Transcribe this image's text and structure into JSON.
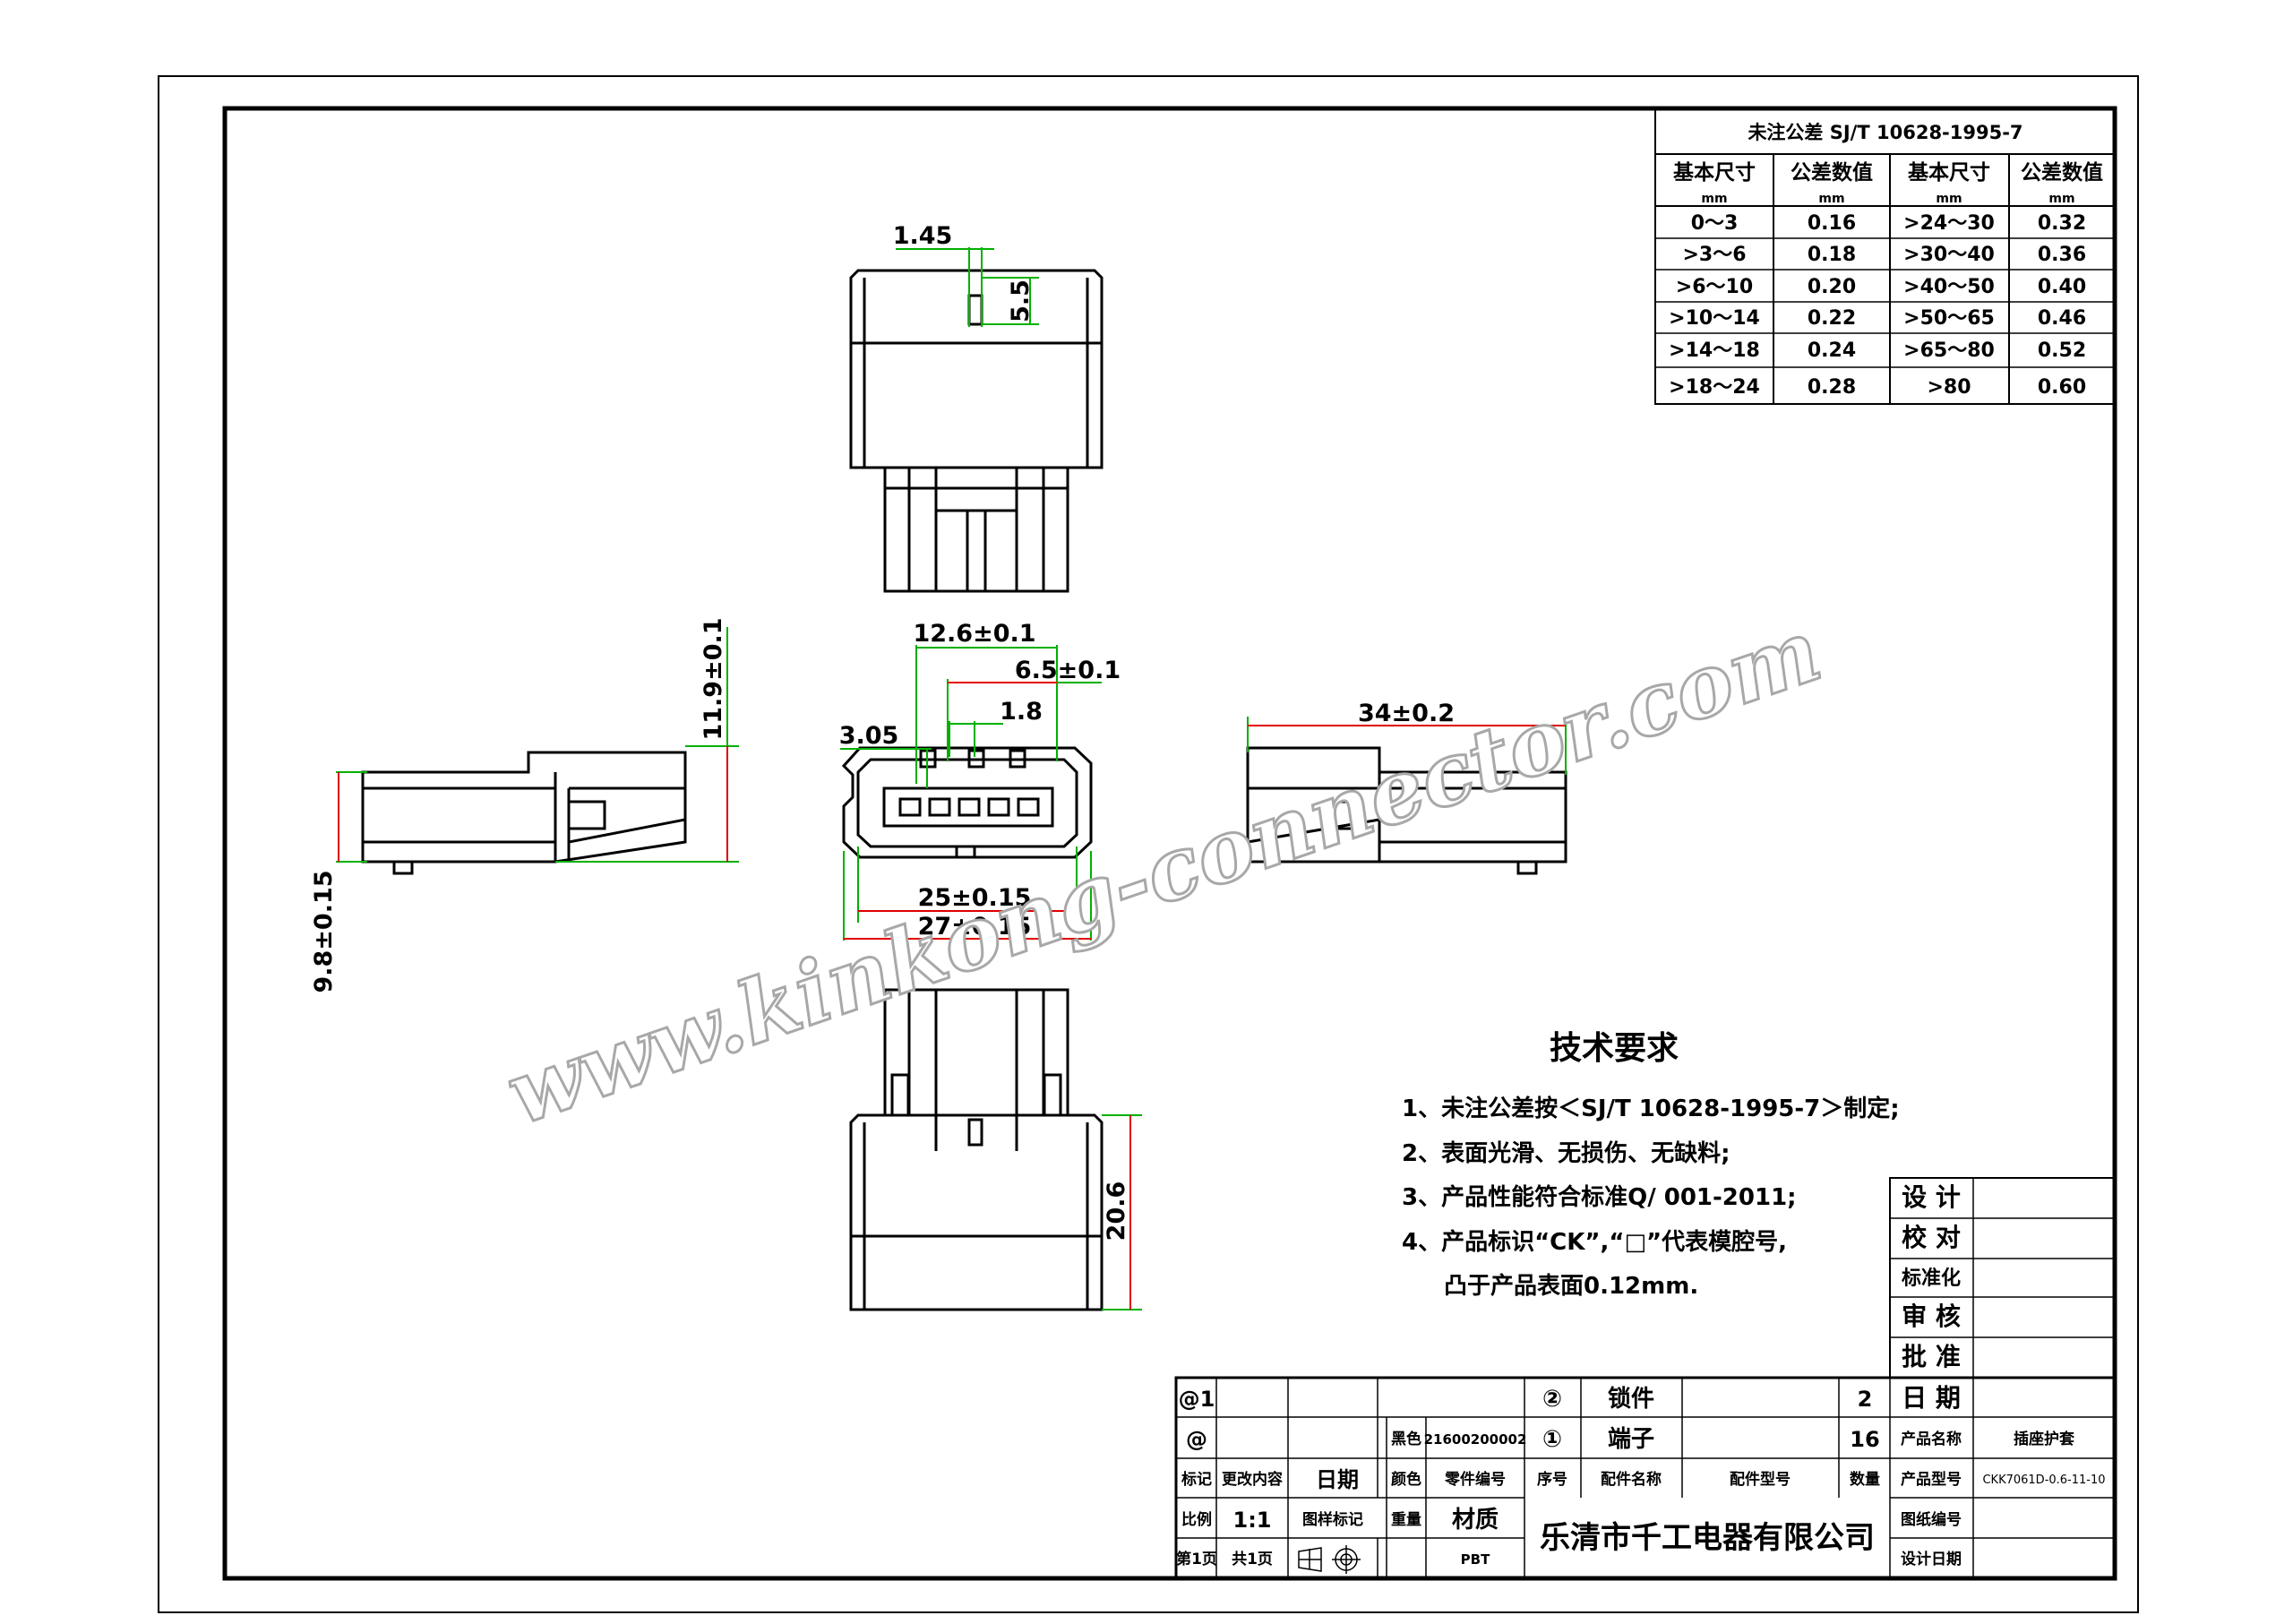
{
  "tolerance_table": {
    "title": "未注公差 SJ/T 10628-1995-7",
    "headers": [
      "基本尺寸",
      "公差数值",
      "基本尺寸",
      "公差数值"
    ],
    "units": [
      "mm",
      "mm",
      "mm",
      "mm"
    ],
    "rows": [
      [
        "0～3",
        "0.16",
        ">24～30",
        "0.32"
      ],
      [
        ">3～6",
        "0.18",
        ">30～40",
        "0.36"
      ],
      [
        ">6～10",
        "0.20",
        ">40～50",
        "0.40"
      ],
      [
        ">10～14",
        "0.22",
        ">50～65",
        "0.46"
      ],
      [
        ">14～18",
        "0.24",
        ">65～80",
        "0.52"
      ],
      [
        ">18～24",
        "0.28",
        ">80",
        "0.60"
      ]
    ]
  },
  "dimensions": {
    "d_1_45": "1.45",
    "d_5_5": "5.5",
    "d_12_6": "12.6±0.1",
    "d_6_5": "6.5±0.1",
    "d_1_8": "1.8",
    "d_3_05": "3.05",
    "d_25": "25±0.15",
    "d_27": "27±0.15",
    "d_11_9": "11.9±0.1",
    "d_9_8": "9.8±0.15",
    "d_34": "34±0.2",
    "d_20_6": "20.6"
  },
  "watermark": "www.kinkong-connector.com",
  "tech_requirements": {
    "title": "技术要求",
    "items": [
      "1、未注公差按＜SJ/T 10628-1995-7＞制定;",
      "2、表面光滑、无损伤、无缺料;",
      "3、产品性能符合标准Q/ 001-2011;",
      "4、产品标识“CK”,“□”代表模腔号,",
      "凸于产品表面0.12mm."
    ]
  },
  "title_block": {
    "approvals": [
      "设 计",
      "校 对",
      "标准化",
      "审 核",
      "批 准",
      "日 期"
    ],
    "rev_marks": [
      "@1",
      "@"
    ],
    "rev_header": [
      "标记",
      "更改内容",
      "日期"
    ],
    "scale_label": "比例",
    "scale_value": "1:1",
    "drawing_mark_label": "图样标记",
    "page_label": "第1页",
    "total_label": "共1页",
    "color_label": "黑色",
    "color_code": "21600200002",
    "color_header": "颜色",
    "part_no_header": "零件编号",
    "weight_label": "重量",
    "material_label": "材质",
    "material_value": "PBT",
    "parts": [
      {
        "seq": "②",
        "name": "锁件",
        "qty": "2"
      },
      {
        "seq": "①",
        "name": "端子",
        "qty": "16"
      }
    ],
    "parts_header": [
      "序号",
      "配件名称",
      "配件型号",
      "数量"
    ],
    "company": "乐清市千工电器有限公司",
    "product_name_label": "产品名称",
    "product_name_value": "插座护套",
    "product_model_label": "产品型号",
    "product_model_value": "CKK7061D-0.6-11-10",
    "drawing_no_label": "图纸编号",
    "design_date_label": "设计日期"
  },
  "colors": {
    "line": "#000000",
    "dimension": "#00b000",
    "dimension_red": "#e00000",
    "watermark": "#bbbbbb"
  }
}
